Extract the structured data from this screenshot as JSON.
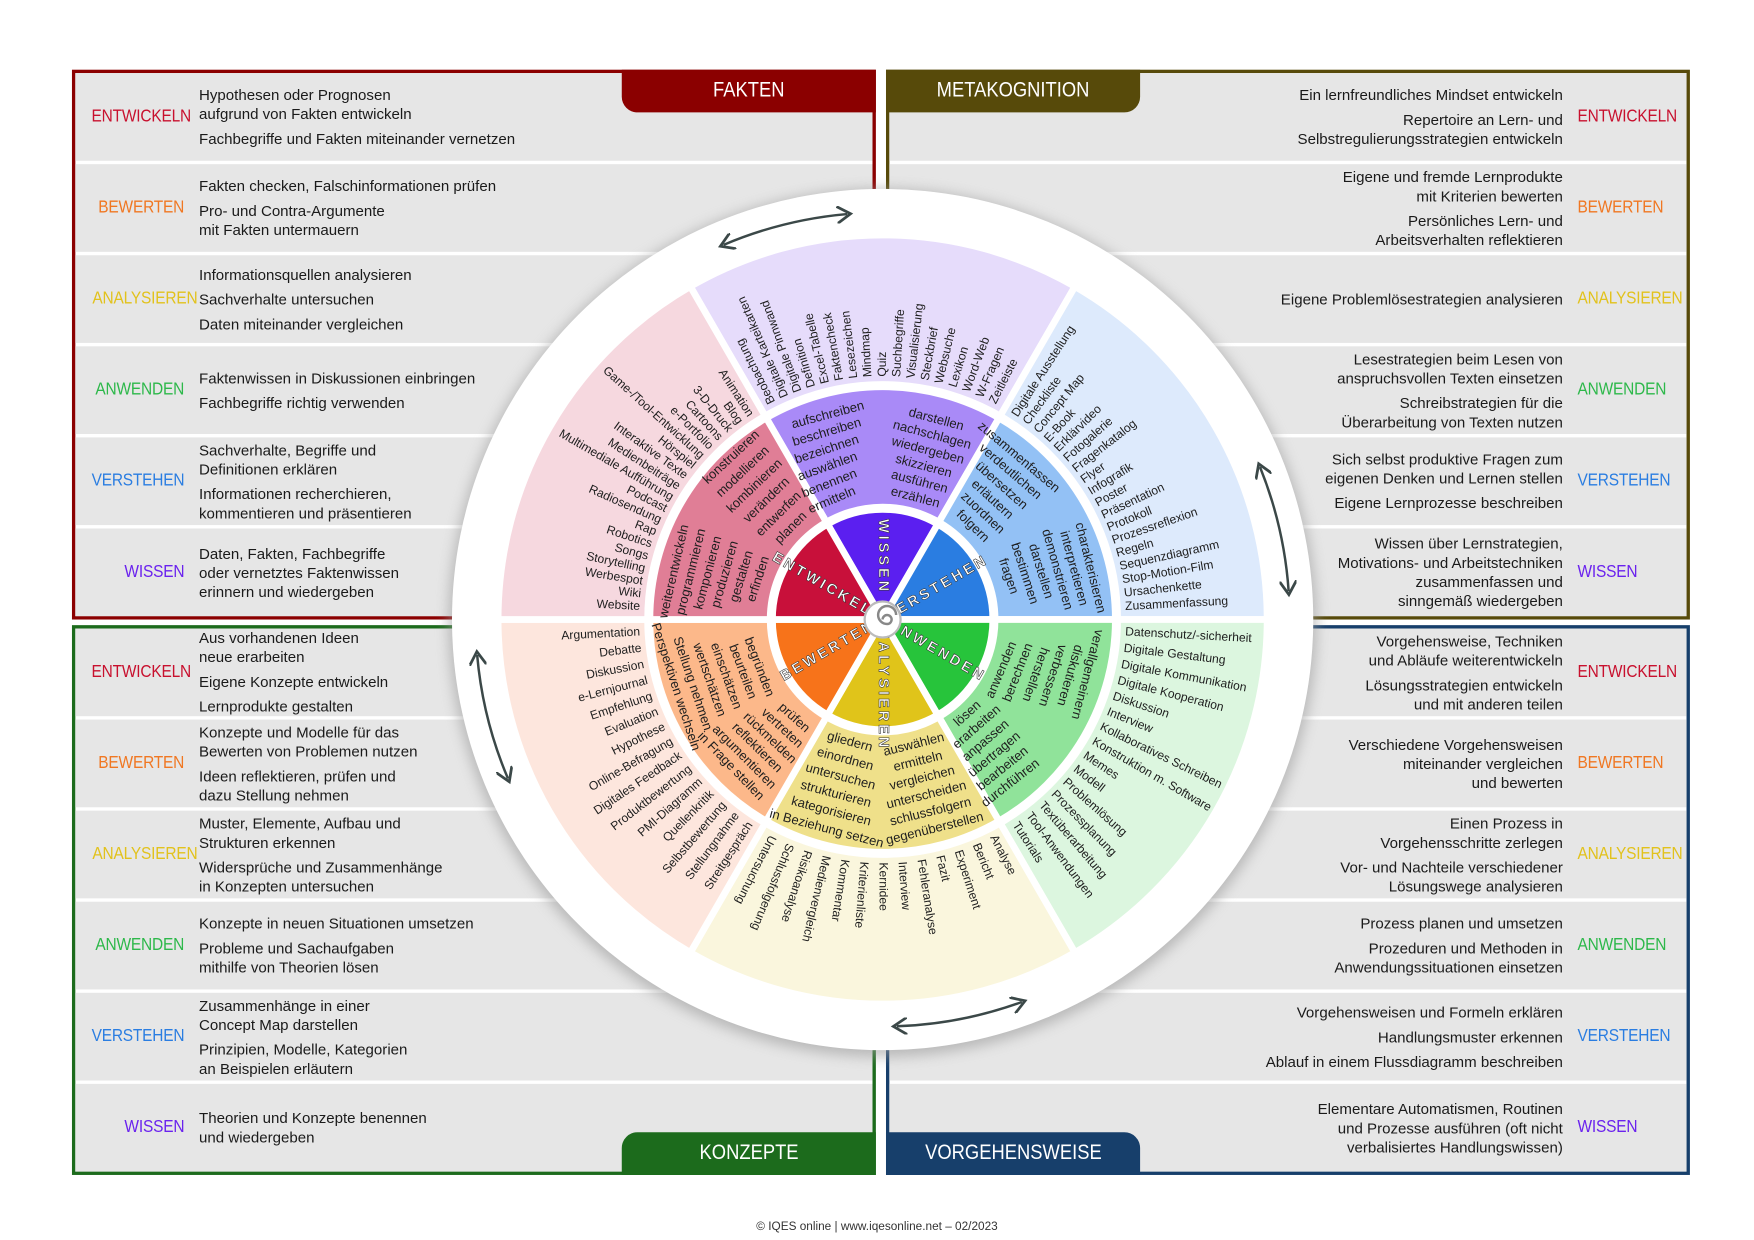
{
  "levels_colors": {
    "ENTWICKELN": "#c8102e",
    "BEWERTEN": "#f07722",
    "ANALYSIEREN": "#e2c21c",
    "ANWENDEN": "#2db84a",
    "VERSTEHEN": "#2a7de1",
    "WISSEN": "#6a22ee"
  },
  "panels": [
    {
      "title": "FAKTEN",
      "color": "#8b0000",
      "rows": [
        {
          "level": "ENTWICKELN",
          "entries": [
            "Hypothesen oder Prognosen\naufgrund von Fakten entwickeln",
            "Fachbegriffe und Fakten miteinander vernetzen"
          ]
        },
        {
          "level": "BEWERTEN",
          "entries": [
            "Fakten checken, Falschinformationen prüfen",
            "Pro- und Contra-Argumente\nmit Fakten untermauern"
          ]
        },
        {
          "level": "ANALYSIEREN",
          "entries": [
            "Informationsquellen analysieren",
            "Sachverhalte untersuchen",
            "Daten miteinander vergleichen"
          ]
        },
        {
          "level": "ANWENDEN",
          "entries": [
            "Faktenwissen in Diskussionen einbringen",
            "Fachbegriffe richtig verwenden"
          ]
        },
        {
          "level": "VERSTEHEN",
          "entries": [
            "Sachverhalte, Begriffe und\nDefinitionen erklären",
            "Informationen recherchieren,\nkommentieren und präsentieren"
          ]
        },
        {
          "level": "WISSEN",
          "entries": [
            "Daten, Fakten, Fachbegriffe\noder vernetztes Faktenwissen\nerinnern und wiedergeben"
          ]
        }
      ]
    },
    {
      "title": "METAKOGNITION",
      "color": "#574a0a",
      "rows": [
        {
          "level": "ENTWICKELN",
          "entries": [
            "Ein lernfreundliches Mindset entwickeln",
            "Repertoire an Lern- und\nSelbstregulierungsstrategien entwickeln"
          ]
        },
        {
          "level": "BEWERTEN",
          "entries": [
            "Eigene und fremde Lernprodukte\nmit Kriterien bewerten",
            "Persönliches Lern- und\nArbeitsverhalten reflektieren"
          ]
        },
        {
          "level": "ANALYSIEREN",
          "entries": [
            "Eigene Problemlösestrategien analysieren"
          ]
        },
        {
          "level": "ANWENDEN",
          "entries": [
            "Lesestrategien beim Lesen von\nanspruchsvollen Texten einsetzen",
            "Schreibstrategien für die\nÜberarbeitung von Texten nutzen"
          ]
        },
        {
          "level": "VERSTEHEN",
          "entries": [
            "Sich selbst produktive Fragen zum\neigenen Denken und Lernen stellen",
            "Eigene Lernprozesse beschreiben"
          ]
        },
        {
          "level": "WISSEN",
          "entries": [
            "Wissen über Lernstrategien,\nMotivations- und Arbeitstechniken\nzusammenfassen und\nsinngemäß wiedergeben"
          ]
        }
      ]
    },
    {
      "title": "KONZEPTE",
      "color": "#1c6b1c",
      "rows": [
        {
          "level": "ENTWICKELN",
          "entries": [
            "Aus vorhandenen Ideen\nneue erarbeiten",
            "Eigene Konzepte entwickeln",
            "Lernprodukte gestalten"
          ]
        },
        {
          "level": "BEWERTEN",
          "entries": [
            "Konzepte und Modelle für das\nBewerten von Problemen nutzen",
            "Ideen reflektieren, prüfen und\ndazu Stellung nehmen"
          ]
        },
        {
          "level": "ANALYSIEREN",
          "entries": [
            "Muster, Elemente, Aufbau und\nStrukturen erkennen",
            "Widersprüche und Zusammenhänge\nin Konzepten untersuchen"
          ]
        },
        {
          "level": "ANWENDEN",
          "entries": [
            "Konzepte in neuen Situationen umsetzen",
            "Probleme und Sachaufgaben\nmithilfe von Theorien lösen"
          ]
        },
        {
          "level": "VERSTEHEN",
          "entries": [
            "Zusammenhänge in einer\nConcept Map darstellen",
            "Prinzipien, Modelle, Kategorien\nan Beispielen erläutern"
          ]
        },
        {
          "level": "WISSEN",
          "entries": [
            "Theorien und Konzepte benennen\nund wiedergeben"
          ]
        }
      ]
    },
    {
      "title": "VORGEHENSWEISE",
      "color": "#173f6b",
      "rows": [
        {
          "level": "ENTWICKELN",
          "entries": [
            "Vorgehensweise, Techniken\nund Abläufe weiterentwickeln",
            "Lösungsstrategien entwickeln\nund mit anderen teilen"
          ]
        },
        {
          "level": "BEWERTEN",
          "entries": [
            "Verschiedene Vorgehensweisen\nmiteinander vergleichen\nund bewerten"
          ]
        },
        {
          "level": "ANALYSIEREN",
          "entries": [
            "Einen Prozess in\nVorgehensschritte zerlegen",
            "Vor- und Nachteile verschiedener\nLösungswege analysieren"
          ]
        },
        {
          "level": "ANWENDEN",
          "entries": [
            "Prozess planen und umsetzen",
            "Prozeduren und Methoden in\nAnwendungssituationen einsetzen"
          ]
        },
        {
          "level": "VERSTEHEN",
          "entries": [
            "Vorgehensweisen und Formeln erklären",
            "Handlungsmuster erkennen",
            "Ablauf in einem Flussdiagramm beschreiben"
          ]
        },
        {
          "level": "WISSEN",
          "entries": [
            "Elementare Automatismen, Routinen\nund Prozesse ausführen (oft nicht\nverbalisiertes Handlungswissen)"
          ]
        }
      ]
    }
  ],
  "wheel": {
    "center_icon": "spiral-icon",
    "arrow_icon": "curved-double-arrow-icon",
    "sectors": [
      {
        "label": "WISSEN",
        "core_color": "#5b1ff0",
        "mid_color": "#a98af7",
        "outer_color": "#e6dcfb",
        "verb_columns": [
          {
            "words": [
              "aufschreiben",
              "beschreiben",
              "bezeichnen",
              "auswählen",
              "benennen",
              "ermitteln"
            ]
          },
          {
            "words": [
              "darstellen",
              "nachschlagen",
              "wiedergeben",
              "skizzieren",
              "ausführen",
              "erzählen"
            ]
          }
        ],
        "products": [
          "Beobachtung",
          "Digitale Karteikarten",
          "Digitale Pinnwand",
          "Definition",
          "Excel-Tabelle",
          "Faktencheck",
          "Lesezeichen",
          "Mindmap",
          "Quiz",
          "Suchbegriffe",
          "Visualisierung",
          "Steckbrief",
          "Websuche",
          "Lexikon",
          "Word-Web",
          "W-Fragen",
          "Zeitleiste"
        ]
      },
      {
        "label": "VERSTEHEN",
        "core_color": "#2a7de1",
        "mid_color": "#93c1f5",
        "outer_color": "#ddeafc",
        "verb_columns": [
          {
            "words": [
              "zusammenfassen",
              "verdeutlichen",
              "übersetzen",
              "erläutern",
              "zuordnen",
              "folgern"
            ]
          },
          {
            "words": [
              "charakterisieren",
              "interpretieren",
              "demonstrieren",
              "darstellen",
              "bestimmen",
              "fragen"
            ]
          }
        ],
        "products": [
          "Digitale Ausstellung",
          "Checkliste",
          "Concept Map",
          "E-Book",
          "Erklärvideo",
          "Fotogalerie",
          "Fragenkatalog",
          "Flyer",
          "Infografik",
          "Poster",
          "Präsentation",
          "Protokoll",
          "Prozessreflexion",
          "Regeln",
          "Sequenzdiagramm",
          "Stop-Motion-Film",
          "Ursachenkette",
          "Zusammenfassung"
        ]
      },
      {
        "label": "ANWENDEN",
        "core_color": "#27c43b",
        "mid_color": "#90e39a",
        "outer_color": "#dcf6df",
        "verb_columns": [
          {
            "words": [
              "verallgemeinern",
              "diskutieren",
              "verbessern",
              "herstellen",
              "berechnen",
              "anwenden"
            ]
          },
          {
            "words": [
              "durchführen",
              "bearbeiten",
              "übertragen",
              "anpassen",
              "erarbeiten",
              "lösen"
            ]
          }
        ],
        "products": [
          "Datenschutz/-sicherheit",
          "Digitale Gestaltung",
          "Digitale Kommunikation",
          "Digitale Kooperation",
          "Diskussion",
          "Interview",
          "Kollaboratives Schreiben",
          "Konstruktion m. Software",
          "Memes",
          "Modell",
          "Problemlösung",
          "Prozessplanung",
          "Textüberarbeitung",
          "Tool-Anwendungen",
          "Tutorials"
        ]
      },
      {
        "label": "ANALYSIEREN",
        "core_color": "#e0c41a",
        "mid_color": "#efe08a",
        "outer_color": "#faf6dd",
        "verb_columns": [
          {
            "words": [
              "gegenüberstellen",
              "schlussfolgern",
              "unterscheiden",
              "vergleichen",
              "ermitteln",
              "auswählen"
            ]
          },
          {
            "words": [
              "in Beziehung setzen",
              "kategorisieren",
              "strukturieren",
              "untersuchen",
              "einordnen",
              "gliedern"
            ]
          }
        ],
        "products": [
          "Analyse",
          "Bericht",
          "Experiment",
          "Fazit",
          "Fehleranalyse",
          "Interview",
          "Kernidee",
          "Kriterienliste",
          "Kommentar",
          "Medienvergleich",
          "Risikoanalyse",
          "Schlussfolgerung",
          "Untersuchung"
        ]
      },
      {
        "label": "BEWERTEN",
        "core_color": "#f7731a",
        "mid_color": "#fcb88a",
        "outer_color": "#fde6dd",
        "verb_columns": [
          {
            "words": [
              "in Frage stellen",
              "argumentieren",
              "reflektieren",
              "rückmelden",
              "vertreten",
              "prüfen"
            ]
          },
          {
            "words": [
              "Perspektiven wechseln",
              "Stellung nehmen",
              "wertschätzen",
              "einschätzen",
              "beurteilen",
              "begründen"
            ]
          }
        ],
        "products": [
          "Streitgespräch",
          "Stellungnahme",
          "Selbstbewertung",
          "Quellenkritik",
          "PMI-Diagramm",
          "Produktbewertung",
          "Digitales Feedback",
          "Online-Befragung",
          "Hypothese",
          "Evaluation",
          "Empfehlung",
          "e-Lernjournal",
          "Diskussion",
          "Debatte",
          "Argumentation"
        ]
      },
      {
        "label": "ENTWICKELN",
        "core_color": "#c8103a",
        "mid_color": "#e07e96",
        "outer_color": "#f6d8df",
        "verb_columns": [
          {
            "words": [
              "weiterentwickeln",
              "programmieren",
              "komponieren",
              "produzieren",
              "gestalten",
              "erfinden"
            ]
          },
          {
            "words": [
              "konstruieren",
              "modellieren",
              "kombinieren",
              "verändern",
              "entwerfen",
              "planen"
            ]
          }
        ],
        "products": [
          "Website",
          "Wiki",
          "Werbespot",
          "Storytelling",
          "Songs",
          "Robotics",
          "Rap",
          "Radiosendung",
          "Podcast",
          "Multimediale Aufführung",
          "Medienbeiträge",
          "Interaktive Texte",
          "Hörspiel",
          "Game-/Tool-Entwicklung",
          "e-Portfolio",
          "Cartoons",
          "3-D-Druck",
          "Blog",
          "Animation"
        ]
      }
    ]
  },
  "footer": "© IQES online | www.iqesonline.net – 02/2023"
}
